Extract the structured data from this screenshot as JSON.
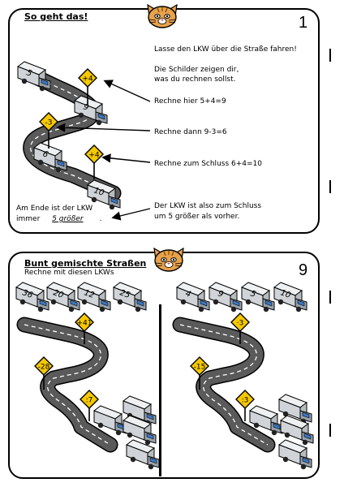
{
  "card1": {
    "title": "So geht das!",
    "page_number": "1",
    "instruction_1": "Lasse den LKW über die Straße fahren!",
    "instruction_2a": "Die Schilder zeigen dir,",
    "instruction_2b": "was du rechnen sollst.",
    "step_1": "Rechne hier 5+4=9",
    "step_2": "Rechne dann 9-3=6",
    "step_3": "Rechne zum Schluss 6+4=10",
    "result_a": "Der LKW ist also zum Schluss",
    "result_b": "um 5 größer als vorher.",
    "end_label_a": "Am Ende ist der LKW",
    "end_label_b": "immer",
    "end_answer": "5 größer",
    "end_dot": ".",
    "signs": [
      "+4",
      "-3",
      "+4"
    ],
    "trucks": [
      "5",
      "9",
      "6",
      "10"
    ]
  },
  "card2": {
    "title": "Bunt gemischte Straßen",
    "page_number": "9",
    "subtitle": "Rechne mit diesen LKWs",
    "left_trucks": [
      "36",
      "20",
      "12",
      "25"
    ],
    "right_trucks": [
      "4",
      "9",
      "5",
      "10"
    ],
    "left_signs": [
      "+41",
      "-28",
      ":7"
    ],
    "right_signs": [
      "·3",
      "-15",
      ":3"
    ]
  },
  "colors": {
    "road": "#555555",
    "sign": "#f5c800",
    "truck": "#d0d4d8"
  }
}
